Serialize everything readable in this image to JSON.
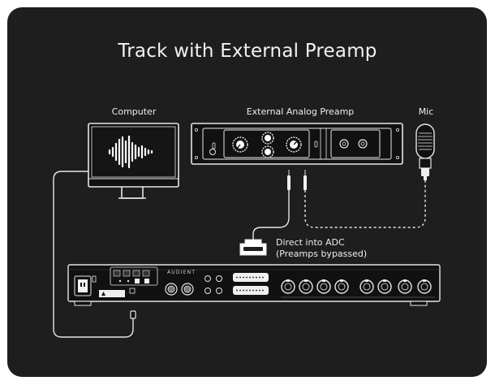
{
  "title": "Track with External Preamp",
  "labels": {
    "computer": "Computer",
    "preamp": "External Analog Preamp",
    "mic": "Mic",
    "note_line1": "Direct into ADC",
    "note_line2": "(Preamps bypassed)"
  },
  "interface": {
    "brand": "AUDIENT"
  },
  "colors": {
    "panel_bg": "#1e1e1e",
    "device_fill": "#111111",
    "outline": "#e6e6e6"
  }
}
